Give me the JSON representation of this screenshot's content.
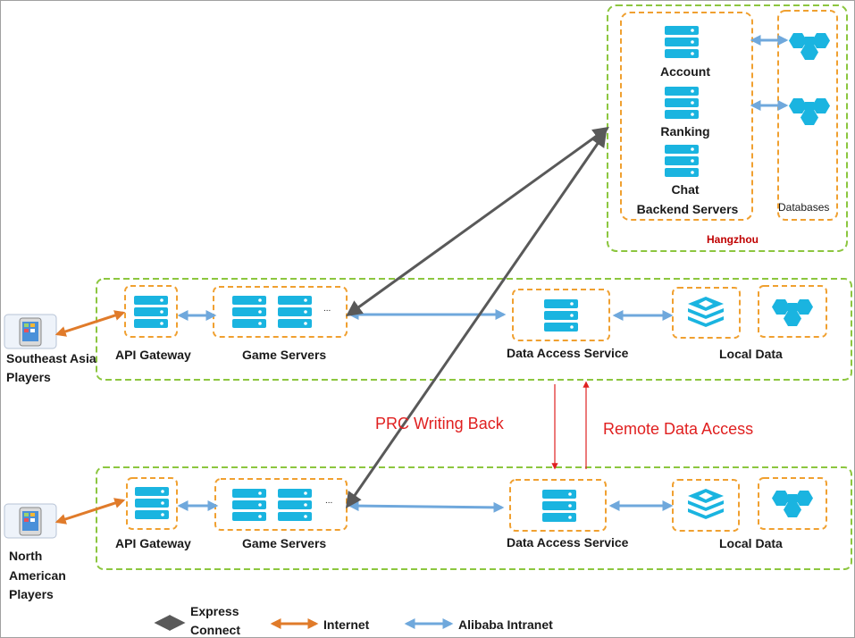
{
  "hangzhou": {
    "region_label": "Hangzhou",
    "servers": [
      "Account",
      "Ranking",
      "Chat",
      "Backend Servers"
    ],
    "databases_label": "Databases"
  },
  "southeast_asia": {
    "players_line1": "Southeast Asia",
    "players_line2": "Players",
    "api_gateway": "API Gateway",
    "game_servers": "Game Servers",
    "ellipsis": "...",
    "data_access": "Data Access Service",
    "local_data": "Local Data"
  },
  "north_america": {
    "players_line1": "North",
    "players_line2": "American",
    "players_line3": "Players",
    "api_gateway": "API Gateway",
    "game_servers": "Game Servers",
    "ellipsis": "...",
    "data_access": "Data Access Service",
    "local_data": "Local Data"
  },
  "annotations": {
    "prc_writing_back": "PRC Writing Back",
    "remote_data_access": "Remote Data Access"
  },
  "legend": {
    "express_line1": "Express",
    "express_line2": "Connect",
    "internet": "Internet",
    "intranet": "Alibaba Intranet"
  },
  "colors": {
    "region_border": "#8cc63f",
    "group_border": "#f0a030",
    "icon": "#1ab4e0",
    "express": "#595959",
    "internet": "#e07b2a",
    "intranet": "#6fa8dc",
    "annotation": "#e02020"
  }
}
